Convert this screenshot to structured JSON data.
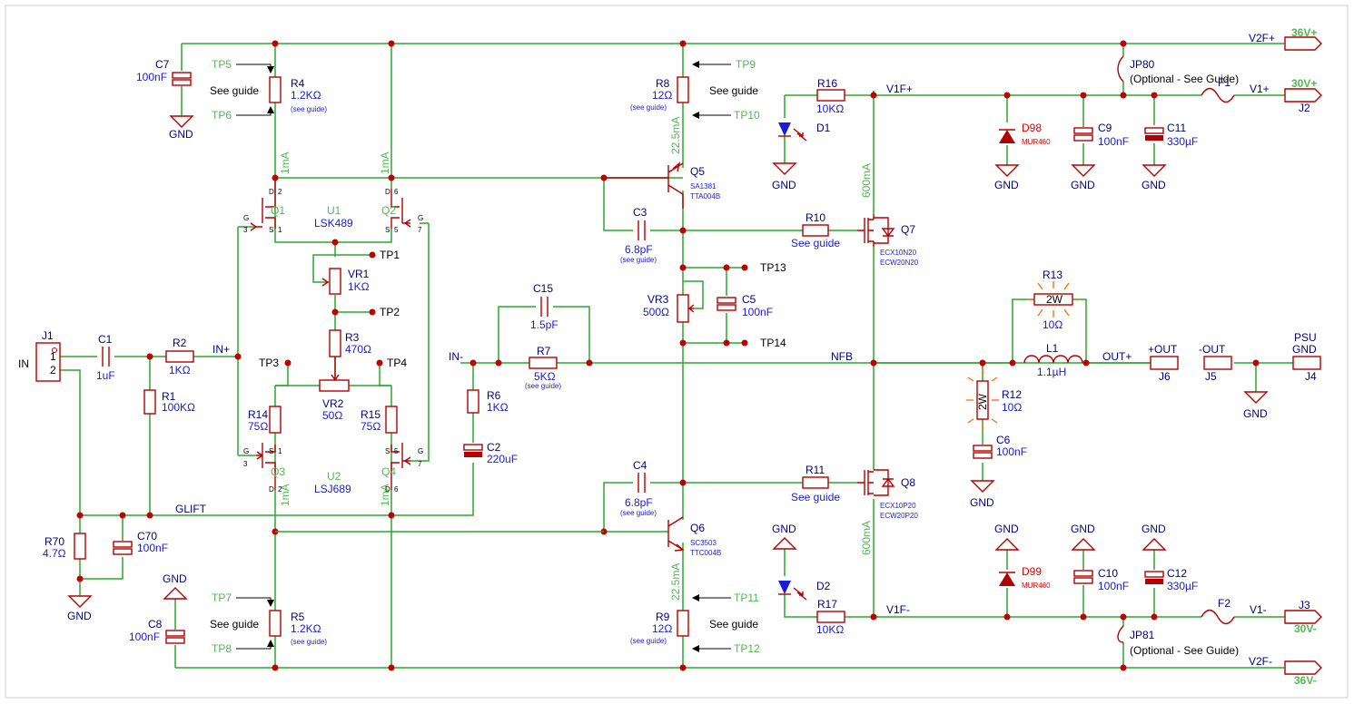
{
  "rails": {
    "v2f_pos": "V2F+",
    "v36_pos": "36V+",
    "v1f_pos": "V1F+",
    "v1_pos": "V1+",
    "v30_pos": "30V+",
    "v1f_neg": "V1F-",
    "v1_neg": "V1-",
    "v30_neg": "30V-",
    "v2f_neg": "V2F-",
    "v36_neg": "36V-",
    "in_pos": "IN+",
    "in_neg": "IN-",
    "nfb": "NFB",
    "glift": "GLIFT",
    "out_pos": "OUT+"
  },
  "gnd": "GND",
  "see_guide": "See guide",
  "see_guide_small": "(see guide)",
  "connectors": {
    "j1": "J1",
    "in": "IN",
    "j1_p1": "1",
    "j1_p2": "2",
    "j2": "J2",
    "j3": "J3",
    "j4": "J4",
    "j5": "J5",
    "j6": "J6",
    "out_pos": "+OUT",
    "out_neg": "-OUT",
    "psu": "PSU",
    "psu_gnd": "GND"
  },
  "test_points": {
    "tp1": "TP1",
    "tp2": "TP2",
    "tp3": "TP3",
    "tp4": "TP4",
    "tp5": "TP5",
    "tp6": "TP6",
    "tp7": "TP7",
    "tp8": "TP8",
    "tp9": "TP9",
    "tp10": "TP10",
    "tp11": "TP11",
    "tp12": "TP12",
    "tp13": "TP13",
    "tp14": "TP14"
  },
  "currents": {
    "one_ma": "1mA",
    "q5": "22.5mA",
    "q7": "600mA"
  },
  "resistors": {
    "r1": [
      "R1",
      "100KΩ"
    ],
    "r2": [
      "R2",
      "1KΩ"
    ],
    "r3": [
      "R3",
      "470Ω"
    ],
    "r4": [
      "R4",
      "1.2KΩ"
    ],
    "r5": [
      "R5",
      "1.2KΩ"
    ],
    "r6": [
      "R6",
      "1KΩ"
    ],
    "r7": [
      "R7",
      "5KΩ"
    ],
    "r8": [
      "R8",
      "12Ω"
    ],
    "r9": [
      "R9",
      "12Ω"
    ],
    "r10": [
      "R10",
      "See guide"
    ],
    "r11": [
      "R11",
      "See guide"
    ],
    "r12": [
      "R12",
      "10Ω"
    ],
    "r13": [
      "R13",
      "10Ω"
    ],
    "r14": [
      "R14",
      "75Ω"
    ],
    "r15": [
      "R15",
      "75Ω"
    ],
    "r16": [
      "R16",
      "10KΩ"
    ],
    "r17": [
      "R17",
      "10KΩ"
    ],
    "r70": [
      "R70",
      "4.7Ω"
    ],
    "w2": "2W"
  },
  "caps": {
    "c1": [
      "C1",
      "1uF"
    ],
    "c2": [
      "C2",
      "220uF"
    ],
    "c3": [
      "C3",
      "6.8pF"
    ],
    "c4": [
      "C4",
      "6.8pF"
    ],
    "c5": [
      "C5",
      "100nF"
    ],
    "c6": [
      "C6",
      "100nF"
    ],
    "c7": [
      "C7",
      "100nF"
    ],
    "c8": [
      "C8",
      "100nF"
    ],
    "c9": [
      "C9",
      "100nF"
    ],
    "c10": [
      "C10",
      "100nF"
    ],
    "c11": [
      "C11",
      "330µF"
    ],
    "c12": [
      "C12",
      "330µF"
    ],
    "c15": [
      "C15",
      "1.5pF"
    ],
    "c70": [
      "C70",
      "100nF"
    ]
  },
  "pots": {
    "vr1": [
      "VR1",
      "1KΩ"
    ],
    "vr2": [
      "VR2",
      "50Ω"
    ],
    "vr3": [
      "VR3",
      "500Ω"
    ]
  },
  "semis": {
    "q1": "Q1",
    "q2": "Q2",
    "q3": "Q3",
    "q4": "Q4",
    "u1": "U1",
    "u1v": "LSK489",
    "u2": "U2",
    "u2v": "LSJ689",
    "q5": "Q5",
    "q5a": "SA1381",
    "q5b": "TTA004B",
    "q6": "Q6",
    "q6a": "SC3503",
    "q6b": "TTC004B",
    "q7": "Q7",
    "q7a": "ECX10N20",
    "q7b": "ECW20N20",
    "q8": "Q8",
    "q8a": "ECX10P20",
    "q8b": "ECW20P20",
    "d1": "D1",
    "d2": "D2",
    "d98": "D98",
    "d99": "D99",
    "mur": "MUR460",
    "l1": [
      "L1",
      "1.1µH"
    ],
    "f1": "F1",
    "f2": "F2",
    "jp80": "JP80",
    "jp81": "JP81",
    "optional": "(Optional - See Guide)"
  },
  "pins": {
    "d": "D",
    "s": "S",
    "g": "G",
    "p1": "1",
    "p2": "2",
    "p3": "3",
    "p5": "5",
    "p6": "6",
    "p7": "7"
  }
}
